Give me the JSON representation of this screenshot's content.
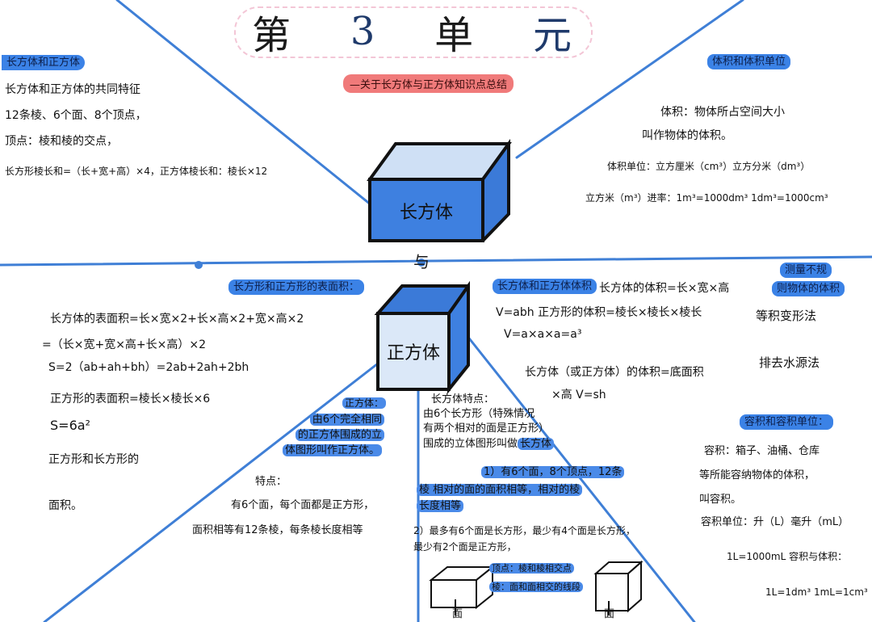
{
  "title": {
    "chars": [
      "第",
      "3",
      "单",
      "元"
    ]
  },
  "subtitle": "—关于长方体与正方体知识点总结",
  "connector": "与",
  "colors": {
    "accent": "#3b82e6",
    "line": "#3f7fd6",
    "subtitle_bg": "#f07a7a",
    "title_deco": "#f3c6d6"
  },
  "cuboid": {
    "label": "长方体"
  },
  "cube": {
    "label": "正方体"
  },
  "section_common": {
    "tag": "长方体和正方体",
    "lines": [
      "长方体和正方体的共同特征",
      "12条棱、6个面、8个顶点，",
      "顶点：棱和棱的交点，",
      "长方形棱长和=（长+宽+高）×4，正方体棱长和：棱长×12"
    ]
  },
  "section_volume_def": {
    "tag": "体积和体积单位",
    "lines": [
      "体积：物体所占空间大小",
      "叫作物体的体积。",
      "体积单位：立方厘米（cm³）立方分米（dm³）",
      "立方米（m³）进率：1m³=1000dm³  1dm³=1000cm³"
    ]
  },
  "section_surface": {
    "tag": "长方形和正方形的表面积：",
    "lines": [
      "长方体的表面积=长×宽×2+长×高×2+宽×高×2",
      "=（长×宽+宽×高+长×高）×2",
      "S=2（ab+ah+bh）=2ab+2ah+2bh",
      "正方形的表面积=棱长×棱长×6",
      "S=6a²",
      "正方形和长方形的",
      "面积。"
    ]
  },
  "section_volume_formula": {
    "tag": "长方体和正方体体积",
    "lines": [
      "长方体的体积=长×宽×高",
      "V=abh  正方形的体积=棱长×棱长×棱长",
      "V=a×a×a=a³",
      "长方体（或正方体）的体积=底面积",
      "×高  V=sh"
    ]
  },
  "section_irregular": {
    "tag_lines": [
      "测量不规",
      "则物体的体积"
    ],
    "methods": [
      "等积变形法",
      "排去水源法"
    ]
  },
  "section_cube_def": {
    "tag": "正方体：",
    "highlight_lines": [
      "由6个完全相同",
      "的正方体围成的立",
      "体图形叫作正方体。"
    ],
    "feature_title": "特点：",
    "feature_lines": [
      "有6个面，每个面都是正方形，",
      "面积相等有12条棱，每条棱长度相等"
    ]
  },
  "section_cuboid_features": {
    "title": "长方体特点：",
    "lines": [
      "由6个长方形（特殊情况",
      "有两个相对的面是正方形）",
      "围成的立体图形叫做"
    ],
    "highlight_word": "长方体",
    "highlight_lines": [
      "1）有6个面，8个顶点，12条",
      "棱 相对的面的面积相等，相对的棱",
      "长度相等"
    ],
    "extra_lines": [
      "2）最多有6个面是长方形，最少有4个面是长方形，",
      "最少有2个面是正方形，"
    ],
    "diagram_labels": {
      "vertex": "顶点：棱和棱相交点",
      "edge": "棱：面和面相交的线段",
      "face_left": "面",
      "face_right": "面"
    }
  },
  "section_capacity": {
    "tag": "容积和容积单位：",
    "lines": [
      "容积：箱子、油桶、仓库",
      "等所能容纳物体的体积，",
      "叫容积。",
      "容积单位：升（L）毫升（mL）",
      "1L=1000mL 容积与体积：",
      "1L=1dm³  1mL=1cm³"
    ]
  }
}
